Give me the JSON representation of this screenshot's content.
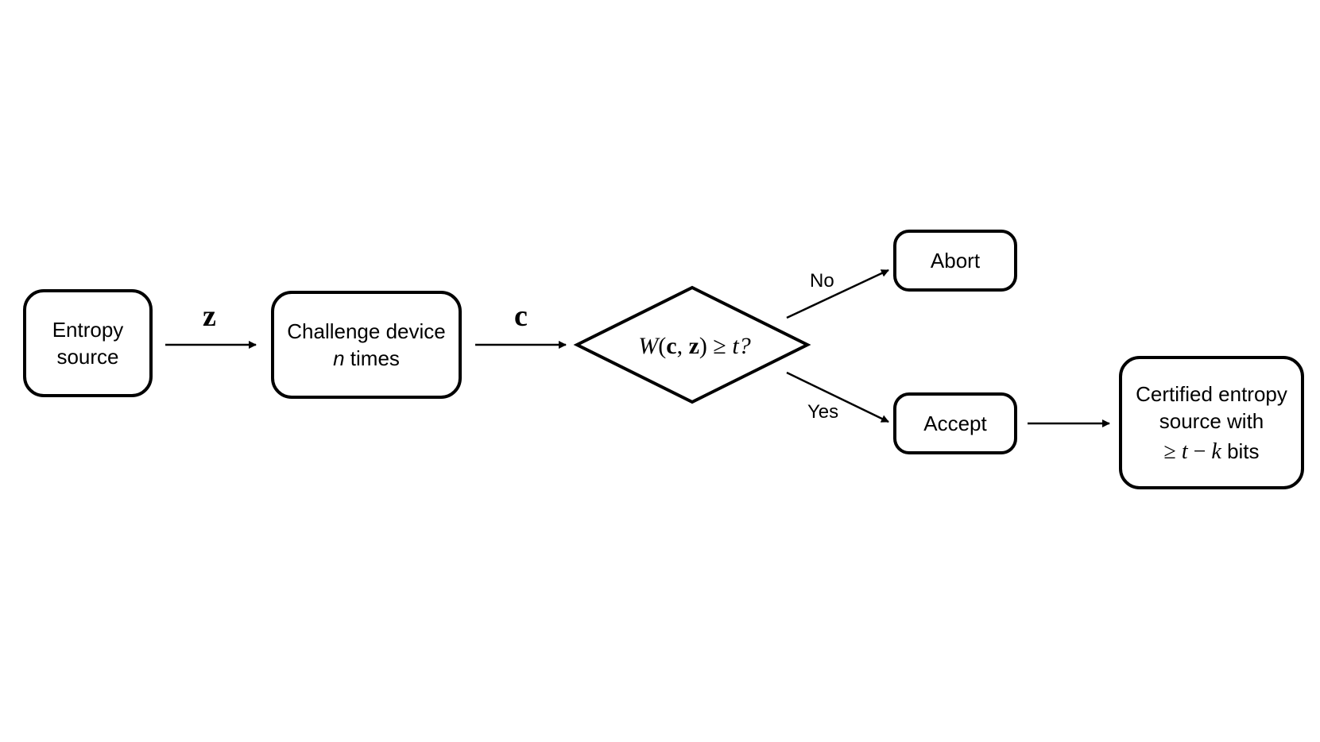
{
  "nodes": {
    "entropy_source": {
      "line1": "Entropy",
      "line2": "source"
    },
    "challenge_device": {
      "line1": "Challenge device",
      "line2_var": "n",
      "line2_text": " times"
    },
    "decision": {
      "W": "W",
      "open": "(",
      "c": "c",
      "comma": ", ",
      "z": "z",
      "close": ") ",
      "geq": "≥",
      "t": " t",
      "q": "?"
    },
    "abort": {
      "label": "Abort"
    },
    "accept": {
      "label": "Accept"
    },
    "certified": {
      "line1": "Certified entropy",
      "line2": "source with",
      "geq": "≥ ",
      "t": "t",
      "minus": " − ",
      "k": "k",
      "bits": " bits"
    }
  },
  "edges": {
    "z_label": "z",
    "c_label": "c",
    "no_label": "No",
    "yes_label": "Yes"
  }
}
